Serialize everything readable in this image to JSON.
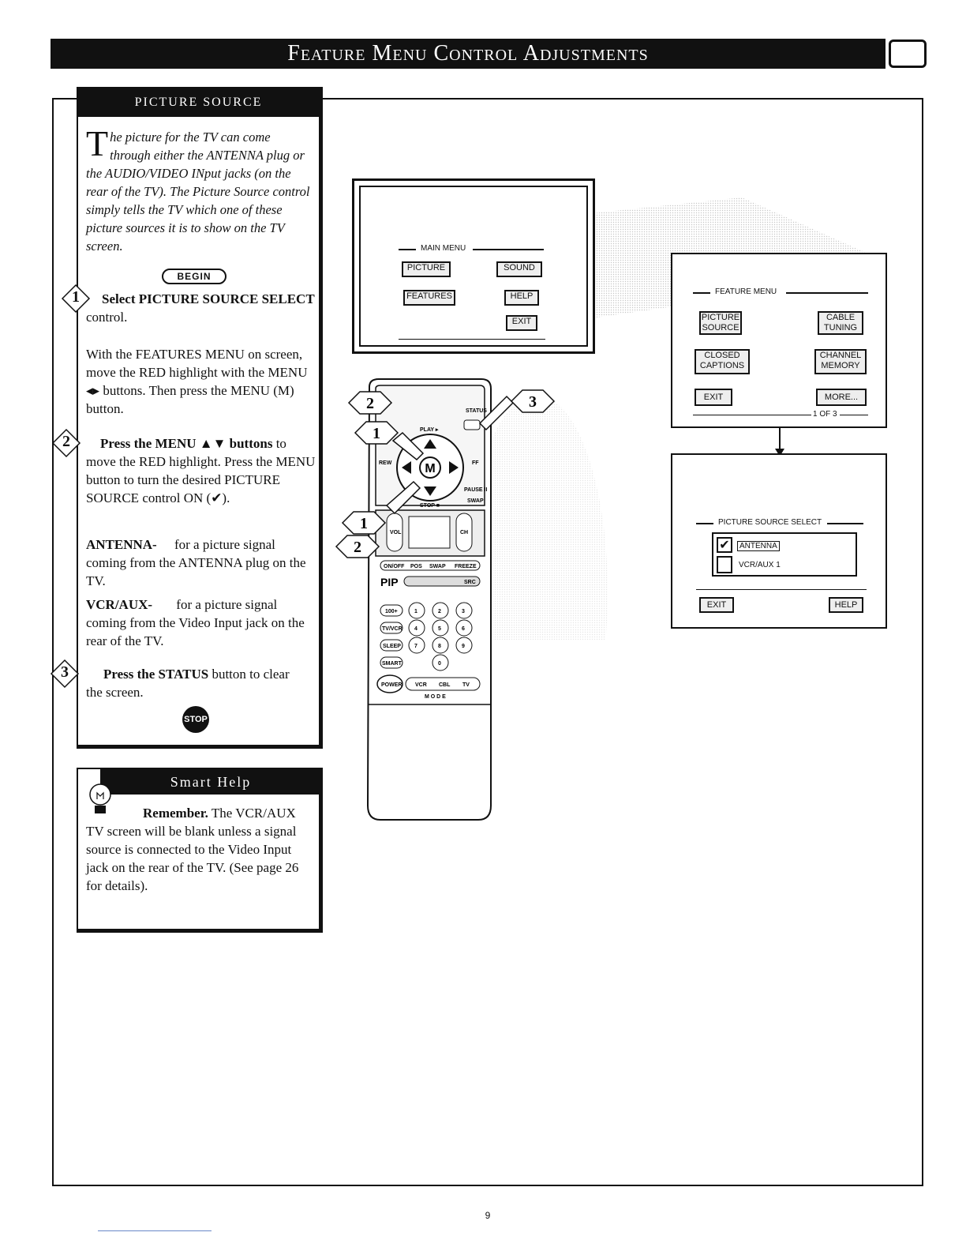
{
  "header": {
    "title": "Feature Menu Control Adjustments"
  },
  "picture_source": {
    "heading": "PICTURE SOURCE",
    "intro_dropcap": "T",
    "intro": "he picture for the TV can come through either the ANTENNA plug or the AUDIO/VIDEO INput jacks (on the rear of the TV). The Picture Source control simply tells the TV which one of these picture sources it is to show on the TV screen.",
    "begin_label": "BEGIN",
    "steps": [
      {
        "number": "1",
        "bold": "Select PICTURE SOURCE SELECT",
        "text": " control.",
        "detail": "With the FEATURES MENU on screen, move the RED highlight with the MENU ◂▸ buttons. Then press the MENU (M) button."
      },
      {
        "number": "2",
        "bold": "Press the MENU ▲▼ buttons",
        "text": " to move the RED highlight. Press the MENU button to turn the desired PICTURE SOURCE control ON (✔)."
      },
      {
        "number": "3",
        "bold": "Press the STATUS",
        "text": " button to clear the screen."
      }
    ],
    "definitions": [
      {
        "term": "ANTENNA-",
        "desc": "for a picture signal coming from the ANTENNA plug on the TV."
      },
      {
        "term": "VCR/AUX-",
        "desc": "for a picture signal coming from the Video Input jack on the rear of the TV."
      }
    ],
    "stop_label": "STOP"
  },
  "smart_help": {
    "heading": "Smart Help",
    "bold": "Remember.",
    "text": "The VCR/AUX TV screen will be blank unless a signal source is connected to the Video Input jack on the rear of the TV. (See page 26 for details)."
  },
  "main_menu": {
    "label": "MAIN MENU",
    "buttons": [
      "PICTURE",
      "SOUND",
      "FEATURES",
      "HELP",
      "EXIT"
    ]
  },
  "feature_menu": {
    "label": "FEATURE MENU",
    "buttons": [
      {
        "line1": "PICTURE",
        "line2": "SOURCE"
      },
      {
        "line1": "CABLE",
        "line2": "TUNING"
      },
      {
        "line1": "CLOSED",
        "line2": "CAPTIONS"
      },
      {
        "line1": "CHANNEL",
        "line2": "MEMORY"
      },
      {
        "line1": "EXIT",
        "line2": ""
      },
      {
        "line1": "MORE...",
        "line2": ""
      }
    ],
    "page_indicator": "1 OF 3"
  },
  "picture_source_select": {
    "label": "PICTURE SOURCE SELECT",
    "options": [
      {
        "name": "ANTENNA",
        "checked": true
      },
      {
        "name": "VCR/AUX 1",
        "checked": false
      }
    ],
    "exit_label": "EXIT",
    "help_label": "HELP"
  },
  "remote": {
    "badges": [
      "2",
      "1",
      "3",
      "1",
      "2"
    ],
    "labels": {
      "status": "STATUS",
      "play": "PLAY ▸",
      "rew": "REW",
      "ff": "FF",
      "stop": "STOP ■",
      "pause": "PAUSE II",
      "swap": "SWAP",
      "menu": "M",
      "vol": "VOL",
      "ch": "CH",
      "pip_onoff": "ON/OFF",
      "pip_pos": "POS",
      "pip_swap": "SWAP",
      "pip_freeze": "FREEZE",
      "pip": "PIP",
      "src": "SRC",
      "k100": "100+",
      "tvvcr": "TV/VCR",
      "sleep": "SLEEP",
      "smart": "SMART",
      "power": "POWER",
      "vcr": "VCR",
      "cbl": "CBL",
      "tv": "TV",
      "mode": "M O D E",
      "digits": [
        "1",
        "2",
        "3",
        "4",
        "5",
        "6",
        "7",
        "8",
        "9",
        "0"
      ]
    }
  },
  "footer": {
    "page_number": "9"
  }
}
